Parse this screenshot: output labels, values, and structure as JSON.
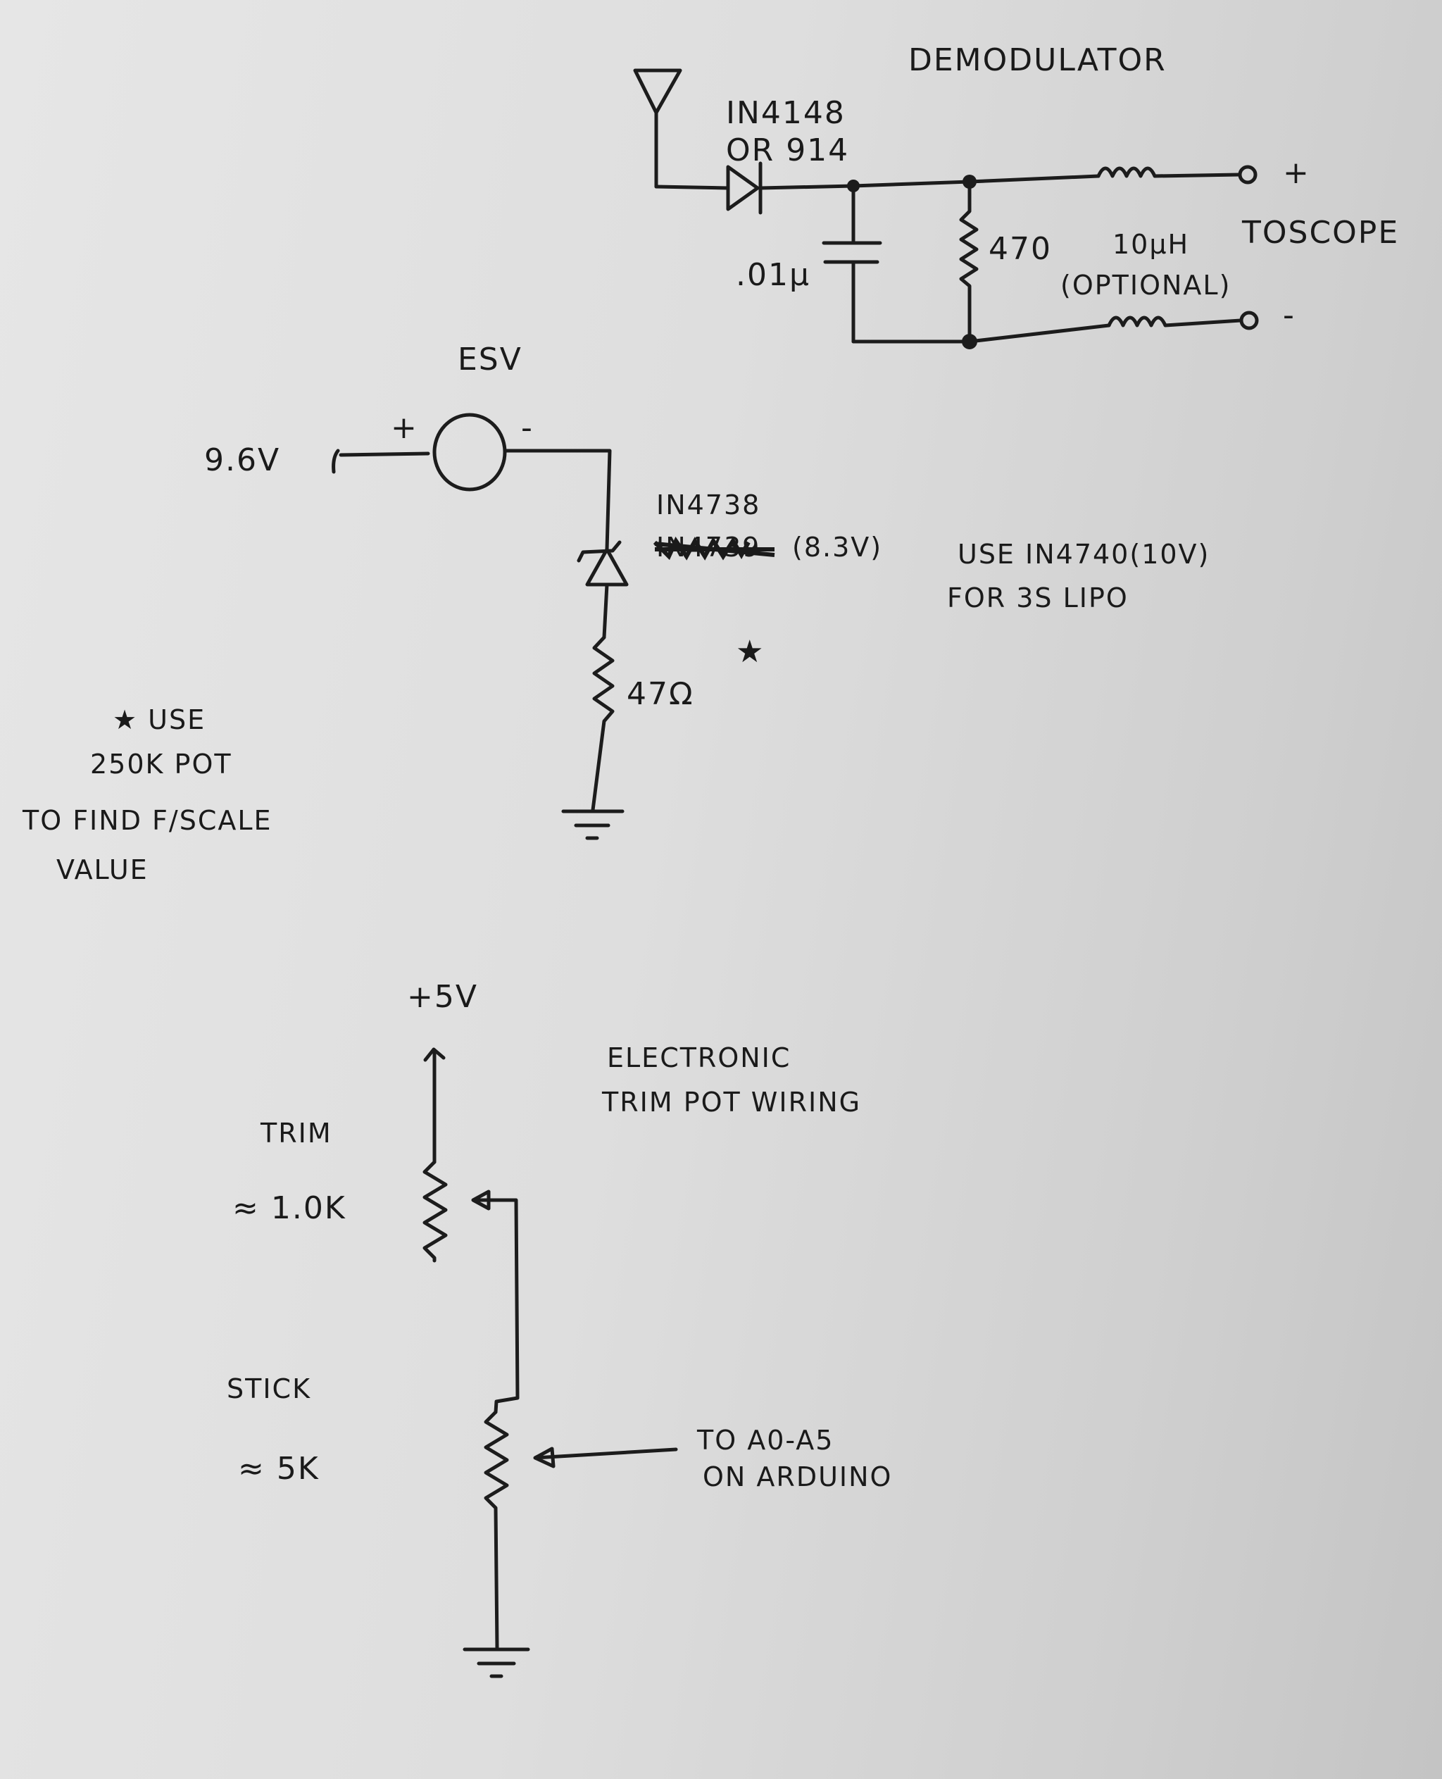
{
  "demodulator": {
    "title": "DEMODULATOR",
    "diode_label_1": "IN4148",
    "diode_label_2": "OR 914",
    "capacitor_label": ".01µ",
    "resistor_label": "470",
    "inductor_label": "10µH",
    "inductor_note": "(OPTIONAL)",
    "output_label": "TOSCOPE",
    "plus_terminal": "+",
    "minus_terminal": "-"
  },
  "esv": {
    "title": "ESV",
    "supply_label": "9.6V",
    "plus_sign": "+",
    "minus_sign": "-",
    "zener_label": "IN4738",
    "struck_label": "IN4739",
    "zener_voltage": "(8.3V)",
    "alt_note_1": "USE IN4740(10V)",
    "alt_note_2": "FOR 3S LIPO",
    "resistor_label": "47Ω",
    "star": "★"
  },
  "note": {
    "line1": "★ USE",
    "line2": "250K POT",
    "line3": "TO FIND F/SCALE",
    "line4": "VALUE"
  },
  "trim_circuit": {
    "supply_label": "+5V",
    "title_1": "ELECTRONIC",
    "title_2": "TRIM POT WIRING",
    "trim_label": "TRIM",
    "trim_value": "≈ 1.0K",
    "stick_label": "STICK",
    "stick_value": "≈ 5K",
    "output_1": "TO A0-A5",
    "output_2": "ON ARDUINO"
  }
}
